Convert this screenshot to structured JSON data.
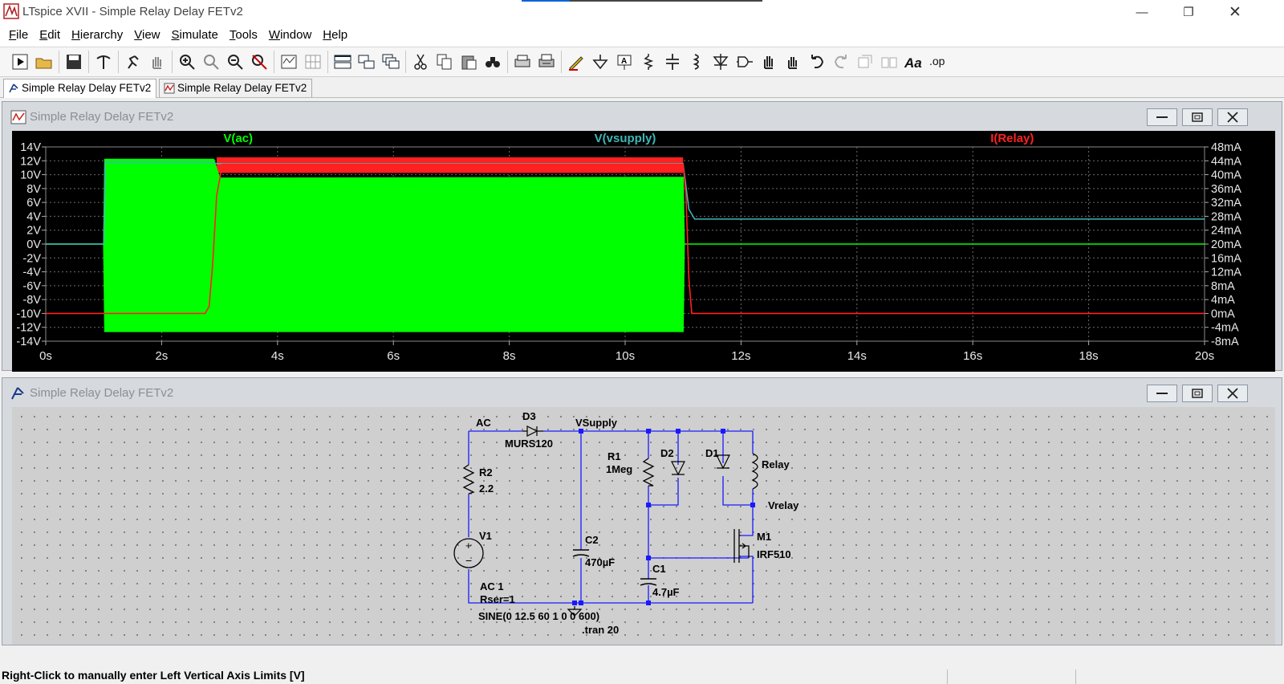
{
  "window": {
    "title": "LTspice XVII - Simple Relay Delay FETv2",
    "progress": 0.2
  },
  "menu": [
    {
      "label": "File"
    },
    {
      "label": "Edit"
    },
    {
      "label": "Hierarchy"
    },
    {
      "label": "View"
    },
    {
      "label": "Simulate"
    },
    {
      "label": "Tools"
    },
    {
      "label": "Window"
    },
    {
      "label": "Help"
    }
  ],
  "toolbar": [
    "run-icon",
    "open-icon",
    "save-icon",
    "control-panel-icon",
    "halt-icon",
    "pan-hand-icon",
    "zoom-in-icon",
    "zoom-area-icon",
    "zoom-out-icon",
    "zoom-fit-icon",
    "autorange-icon",
    "grid-icon",
    "tile-horizontal-icon",
    "tile-vertical-icon",
    "cascade-icon",
    "cut-icon",
    "copy-icon",
    "paste-icon",
    "find-icon",
    "print-icon",
    "print-setup-icon",
    "draw-wire-icon",
    "ground-icon",
    "label-net-icon",
    "resistor-icon",
    "capacitor-icon",
    "inductor-icon",
    "diode-icon",
    "component-icon",
    "move-icon",
    "drag-icon",
    "undo-icon",
    "redo-icon",
    "rotate-icon",
    "mirror-icon",
    "text-icon",
    "spice-directive-icon"
  ],
  "tabs": [
    {
      "label": "Simple Relay Delay FETv2",
      "active": true,
      "icon": "schematic-icon"
    },
    {
      "label": "Simple Relay Delay FETv2",
      "active": false,
      "icon": "waveform-icon"
    }
  ],
  "plot_window": {
    "title": "Simple Relay Delay FETv2"
  },
  "schematic_window": {
    "title": "Simple Relay Delay FETv2"
  },
  "chart_data": {
    "type": "line",
    "x_ticks": [
      "0s",
      "2s",
      "4s",
      "6s",
      "8s",
      "10s",
      "12s",
      "14s",
      "16s",
      "18s",
      "20s"
    ],
    "xlim": [
      0,
      20
    ],
    "left_ticks": [
      "14V",
      "12V",
      "10V",
      "8V",
      "6V",
      "4V",
      "2V",
      "0V",
      "-2V",
      "-4V",
      "-6V",
      "-8V",
      "-10V",
      "-12V",
      "-14V"
    ],
    "ylim_left": [
      -14,
      14
    ],
    "right_ticks": [
      "48mA",
      "44mA",
      "40mA",
      "36mA",
      "32mA",
      "28mA",
      "24mA",
      "20mA",
      "16mA",
      "12mA",
      "8mA",
      "4mA",
      "0mA",
      "-4mA",
      "-8mA"
    ],
    "ylim_right": [
      -8,
      48
    ],
    "series": [
      {
        "name": "V(ac)",
        "color": "#00ff00",
        "axis": "left",
        "kind": "envelope",
        "upper": [
          [
            0,
            0
          ],
          [
            1,
            0
          ],
          [
            1.02,
            12.2
          ],
          [
            2.9,
            12.2
          ],
          [
            3.0,
            9.5
          ],
          [
            11,
            9.6
          ],
          [
            11.02,
            0
          ],
          [
            20,
            0
          ]
        ],
        "lower": [
          [
            0,
            0
          ],
          [
            1,
            0
          ],
          [
            1.02,
            -12.6
          ],
          [
            11,
            -12.6
          ],
          [
            11.02,
            0
          ],
          [
            20,
            0
          ]
        ]
      },
      {
        "name": "V(vsupply)",
        "color": "#3fb6b6",
        "axis": "left",
        "points": [
          [
            0,
            0
          ],
          [
            1,
            0
          ],
          [
            1.03,
            11.8
          ],
          [
            2.8,
            11.8
          ],
          [
            2.95,
            11.6
          ],
          [
            11,
            11.6
          ],
          [
            11.1,
            5
          ],
          [
            11.2,
            3.6
          ],
          [
            20,
            3.6
          ]
        ]
      },
      {
        "name": "I(Relay)",
        "color": "#ff2020",
        "axis": "right",
        "points": [
          [
            0,
            0
          ],
          [
            1,
            0
          ],
          [
            2.75,
            0
          ],
          [
            2.82,
            2
          ],
          [
            2.88,
            14
          ],
          [
            2.95,
            34
          ],
          [
            3.05,
            43
          ],
          [
            11,
            43
          ],
          [
            11.05,
            34
          ],
          [
            11.1,
            10
          ],
          [
            11.15,
            0
          ],
          [
            20,
            0
          ]
        ],
        "band": [
          [
            2.95,
            40.5,
            45
          ],
          [
            11,
            40.5,
            45
          ]
        ]
      }
    ]
  },
  "schematic": {
    "nets": [
      "AC",
      "VSupply",
      "Vrelay"
    ],
    "components": [
      {
        "ref": "D3",
        "value": "MURS120"
      },
      {
        "ref": "R2",
        "value": "2.2"
      },
      {
        "ref": "V1",
        "value": "AC 1",
        "extra1": "Rser=1",
        "extra2": "SINE(0 12.5 60 1 0 0 600)"
      },
      {
        "ref": "C2",
        "value": "470µF"
      },
      {
        "ref": "R1",
        "value": "1Meg"
      },
      {
        "ref": "D2"
      },
      {
        "ref": "D1"
      },
      {
        "ref": "Relay"
      },
      {
        "ref": "M1",
        "value": "IRF510"
      },
      {
        "ref": "C1",
        "value": "4.7µF"
      }
    ],
    "directive": ".tran 20"
  },
  "status": "Right-Click to manually enter Left Vertical Axis Limits [V]"
}
